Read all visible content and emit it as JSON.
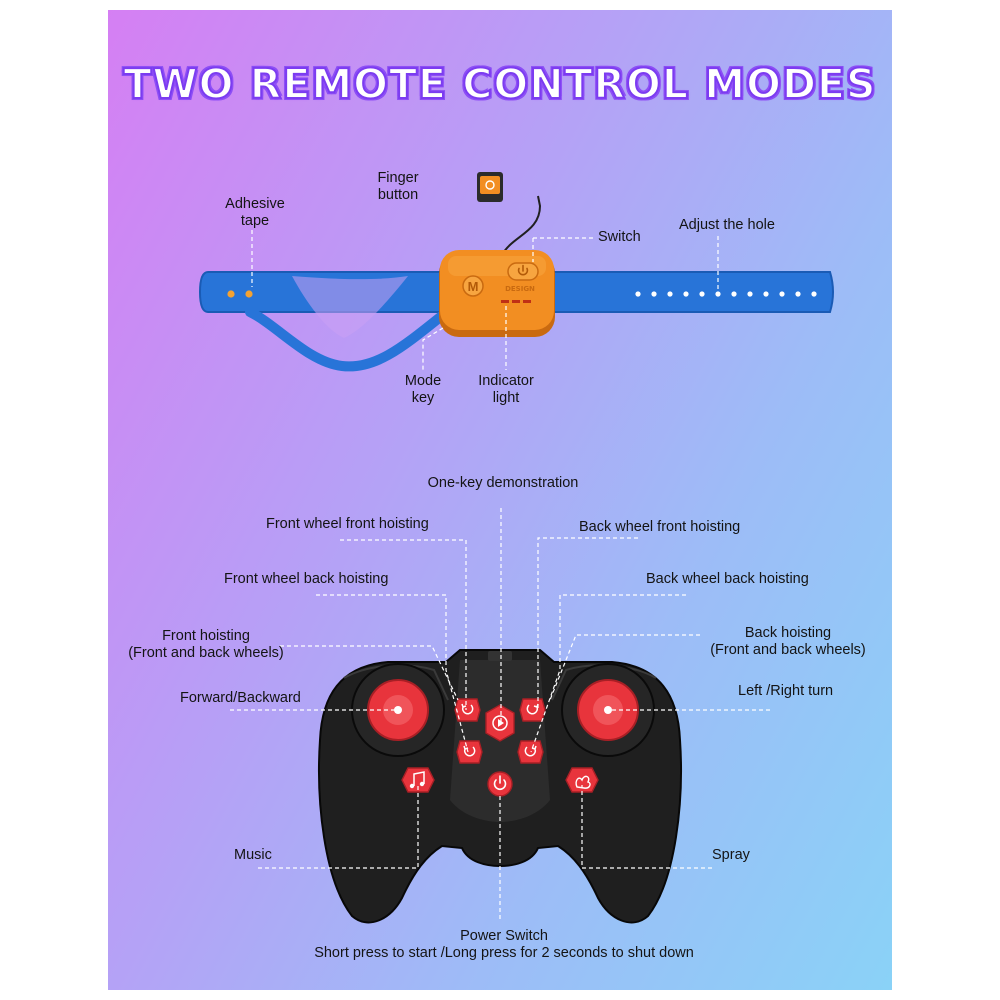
{
  "title": "TWO REMOTE CONTROL MODES",
  "watch_brand": "DESIGN",
  "watch_mode_glyph": "M",
  "colors": {
    "strap": "#2874d8",
    "watch_body": "#f28e22",
    "controller_body": "#1f1f1f",
    "button": "#e8343c",
    "title_outline": "#7b3cf0"
  },
  "watch_labels": {
    "finger_button": [
      "Finger",
      "button"
    ],
    "adhesive_tape": [
      "Adhesive",
      "tape"
    ],
    "switch": "Switch",
    "adjust_hole": "Adjust the hole",
    "mode_key": [
      "Mode",
      "key"
    ],
    "indicator_light": [
      "Indicator",
      "light"
    ]
  },
  "controller_labels": {
    "one_key_demo": "One-key demonstration",
    "front_wheel_front_hoisting": "Front wheel front hoisting",
    "back_wheel_front_hoisting": "Back wheel front hoisting",
    "front_wheel_back_hoisting": "Front wheel back hoisting",
    "back_wheel_back_hoisting": "Back wheel back hoisting",
    "front_hoisting": [
      "Front hoisting",
      "(Front and back wheels)"
    ],
    "back_hoisting": [
      "Back hoisting",
      "(Front and back wheels)"
    ],
    "forward_backward": "Forward/Backward",
    "left_right_turn": "Left /Right turn",
    "music": "Music",
    "spray": "Spray",
    "power_switch": [
      "Power Switch",
      "Short press to start /Long press for 2 seconds to shut down"
    ]
  },
  "icons": {
    "watch_switch": "power-icon",
    "front_wheel_front": "rotate-ccw-icon",
    "back_wheel_front": "rotate-cw-icon",
    "one_key": "play-icon",
    "front_wheel_back": "rotate-ccw-icon",
    "back_wheel_back": "rotate-cw-icon",
    "music": "music-note-icon",
    "spray": "spray-icon",
    "power": "power-icon"
  }
}
